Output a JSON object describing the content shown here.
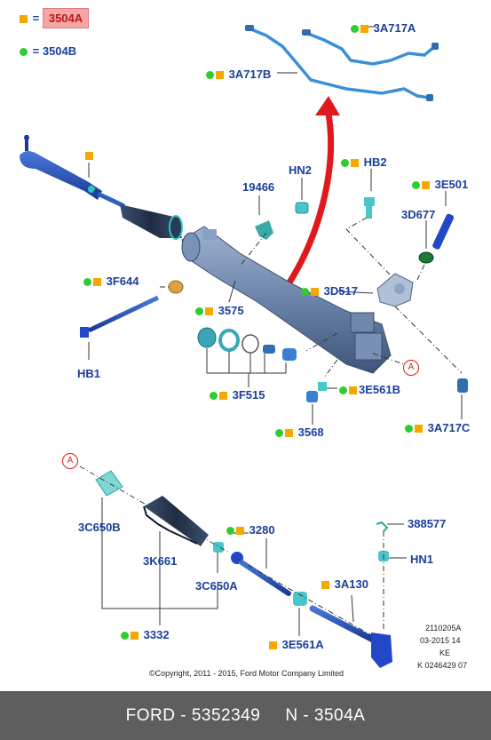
{
  "legend": {
    "item1_code": "3504A",
    "item2_code": "3504B",
    "equals": "="
  },
  "labels": {
    "l_3a717a": "3A717A",
    "l_3a717b": "3A717B",
    "l_hn2": "HN2",
    "l_19466": "19466",
    "l_hb2": "HB2",
    "l_3e501": "3E501",
    "l_3d677": "3D677",
    "l_3f644": "3F644",
    "l_3575": "3575",
    "l_3d517": "3D517",
    "l_hb1": "HB1",
    "l_3f515": "3F515",
    "l_3e561b": "3E561B",
    "l_3568": "3568",
    "l_3a717c": "3A717C",
    "l_3c650b": "3C650B",
    "l_3k661": "3K661",
    "l_3c650a": "3C650A",
    "l_3280": "3280",
    "l_388577": "388577",
    "l_hn1": "HN1",
    "l_3a130": "3A130",
    "l_3332": "3332",
    "l_3e561a": "3E561A"
  },
  "ref_marker": "A",
  "doc_info": {
    "line1": "2110205A",
    "line2": "03-2015 14",
    "line3": "KE",
    "line4": "K 0246429 07"
  },
  "copyright": "©Copyright, 2011 - 2015, Ford Motor Company Limited",
  "footer": {
    "part": "FORD - 5352349",
    "ref": "N - 3504A"
  },
  "colors": {
    "label_blue": "#1a3f9c",
    "legend_orange": "#f5a800",
    "legend_green": "#2ecc2e",
    "highlight": "#f4a6a6",
    "arrow_red": "#e0191c",
    "footer_bg": "#5e5e5e"
  }
}
